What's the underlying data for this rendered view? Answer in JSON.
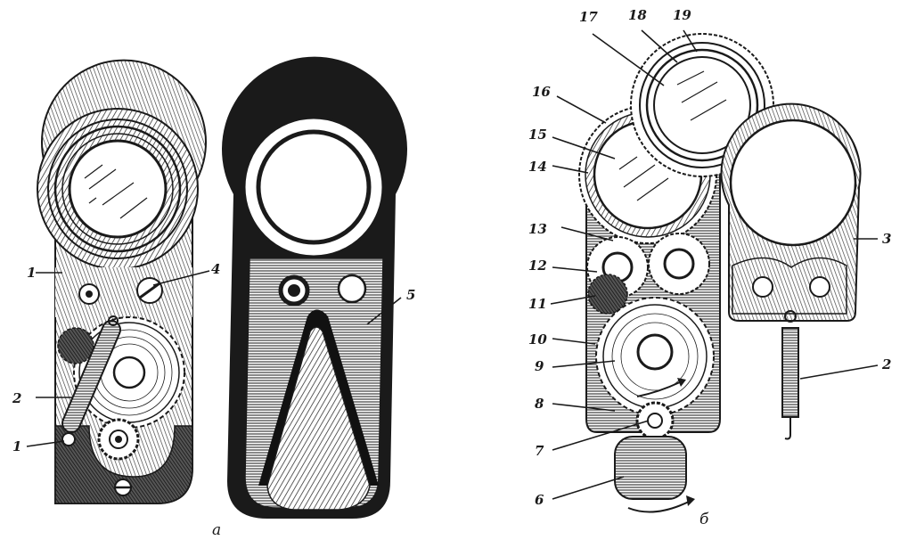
{
  "figure": {
    "captions": {
      "left": "а",
      "right": "б"
    },
    "left_assembly": {
      "labels": [
        "1",
        "1",
        "2",
        "4",
        "5"
      ]
    },
    "right_assembly": {
      "labels": [
        "17",
        "18",
        "19",
        "16",
        "15",
        "14",
        "13",
        "12",
        "11",
        "10",
        "9",
        "8",
        "7",
        "6",
        "3",
        "2"
      ]
    }
  }
}
